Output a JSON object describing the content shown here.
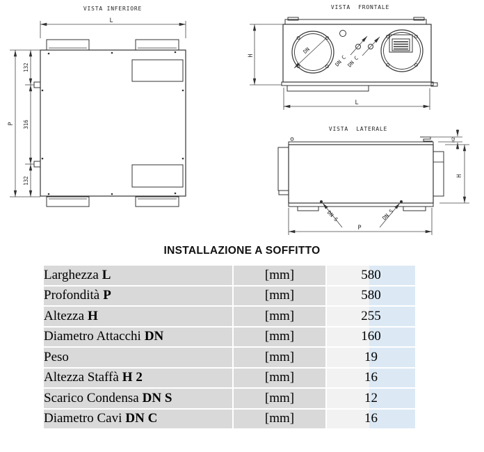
{
  "views": {
    "bottom": {
      "title": "VISTA INFERIORE",
      "dim_width": "L",
      "dim_depth": "P",
      "dim_segments": [
        "132",
        "316",
        "132"
      ]
    },
    "front": {
      "title": "VISTA  FRONTALE",
      "dim_height": "H",
      "dim_width": "L",
      "duct_label": "DN",
      "cable_label": "DN C"
    },
    "side": {
      "title": "VISTA  LATERALE",
      "dim_height": "H",
      "dim_bracket": "H2",
      "dim_depth": "P",
      "drain_label": "DN S"
    }
  },
  "table": {
    "title": "INSTALLAZIONE A SOFFITTO",
    "rows": [
      {
        "name": "Larghezza",
        "symbol": "L",
        "unit": "[mm]",
        "value": "580"
      },
      {
        "name": "Profondità",
        "symbol": "P",
        "unit": "[mm]",
        "value": "580"
      },
      {
        "name": "Altezza",
        "symbol": "H",
        "unit": "[mm]",
        "value": "255"
      },
      {
        "name": "Diametro Attacchi",
        "symbol": "DN",
        "unit": "[mm]",
        "value": "160"
      },
      {
        "name": "Peso",
        "symbol": "",
        "unit": "[mm]",
        "value": "19"
      },
      {
        "name": "Altezza Staffà",
        "symbol": "H 2",
        "unit": "[mm]",
        "value": "16"
      },
      {
        "name": "Scarico Condensa",
        "symbol": "DN S",
        "unit": "[mm]",
        "value": "12"
      },
      {
        "name": "Diametro Cavi",
        "symbol": "DN C",
        "unit": "[mm]",
        "value": "16"
      }
    ],
    "colors": {
      "cell_gray": "#d9d9d9",
      "value_light": "#f2f2f2",
      "value_blue": "#dce9f5",
      "line_color": "#333333"
    }
  }
}
